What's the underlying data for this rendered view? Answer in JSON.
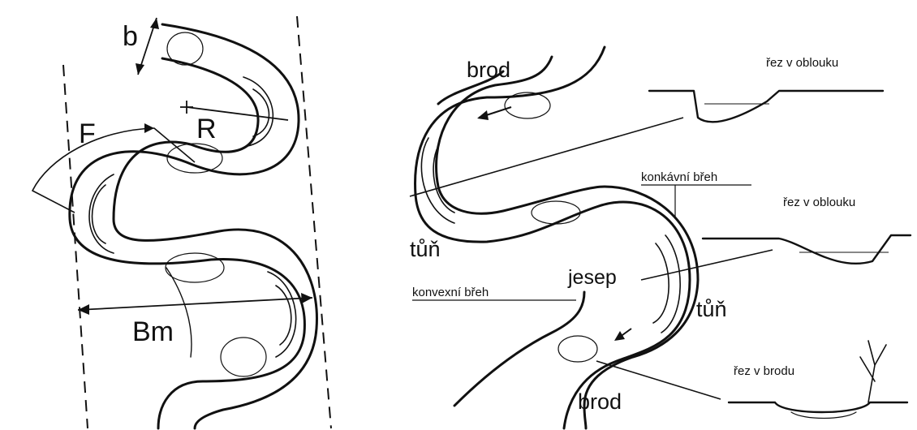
{
  "left_diagram": {
    "labels": {
      "width": "b",
      "radius": "R",
      "arc": "F",
      "meander_belt": "Bm"
    }
  },
  "right_diagram": {
    "labels": {
      "ford_top": "brod",
      "pool_left": "tůň",
      "point_bar": "jesep",
      "pool_right": "tůň",
      "ford_bottom": "brod",
      "concave_bank": "konkávní břeh",
      "convex_bank": "konvexní břeh"
    },
    "cross_sections": [
      "řez v oblouku",
      "řez v oblouku",
      "řez v brodu"
    ]
  }
}
